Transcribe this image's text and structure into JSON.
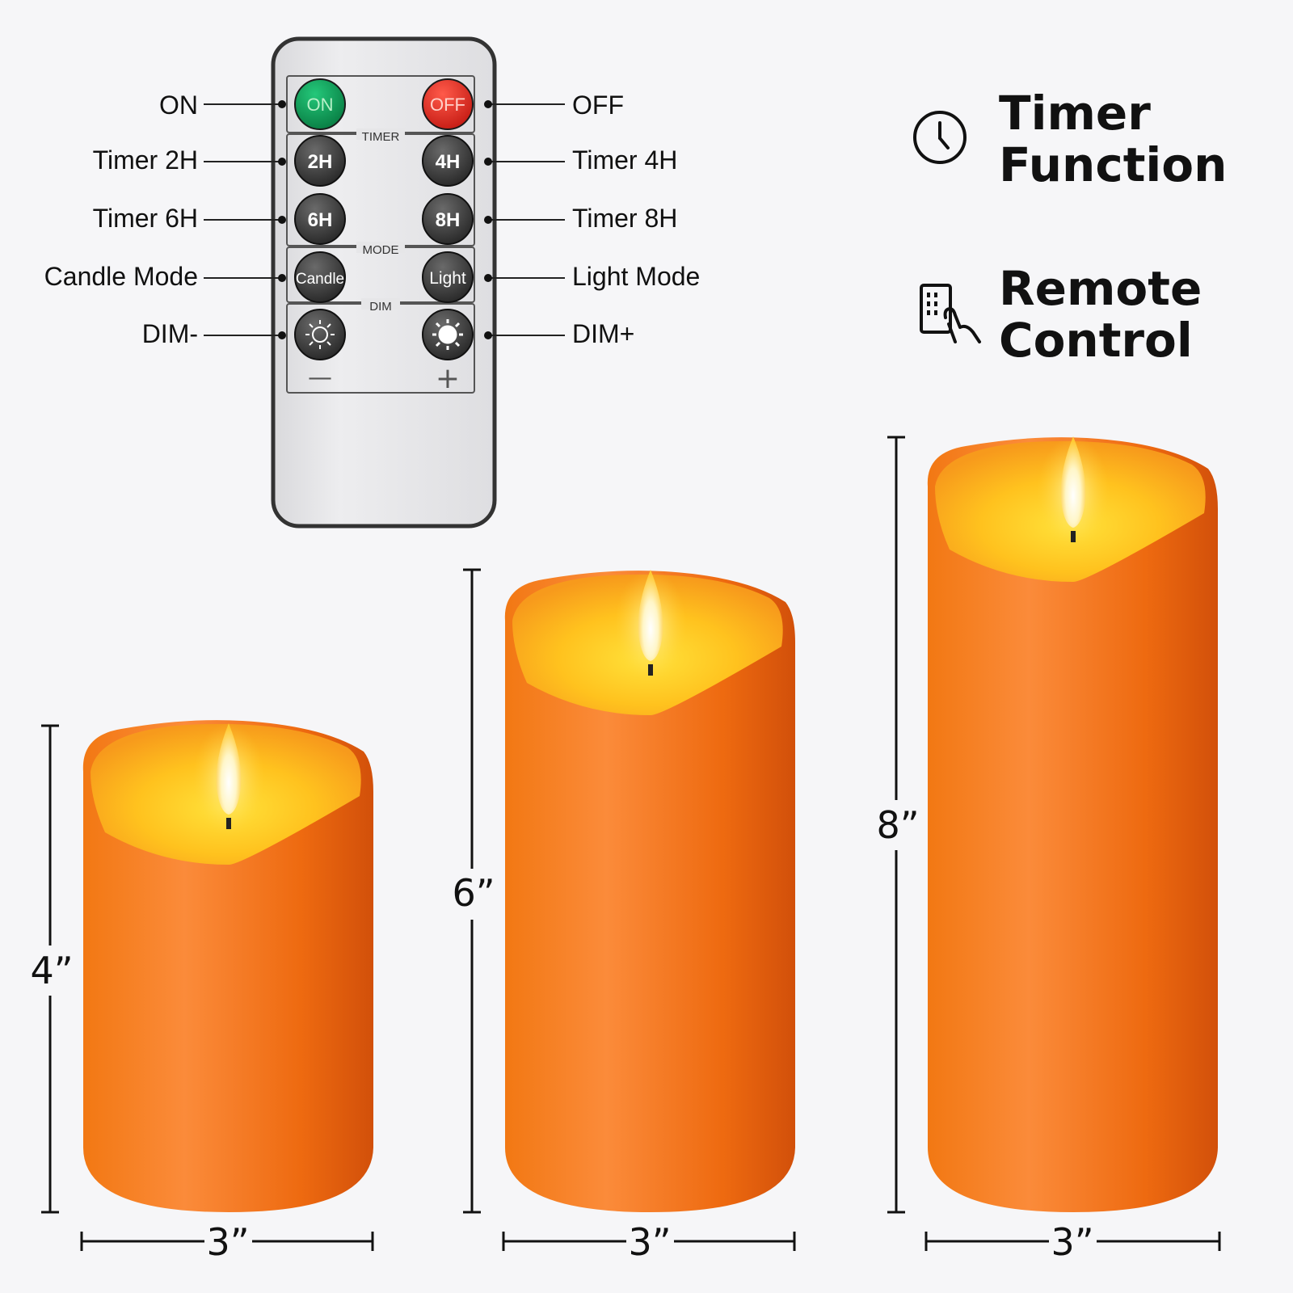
{
  "remote": {
    "buttons": {
      "on": "ON",
      "off": "OFF",
      "timer_2h": "2H",
      "timer_4h": "4H",
      "timer_6h": "6H",
      "timer_8h": "8H",
      "candle": "Candle",
      "light": "Light"
    },
    "sections": {
      "timer": "TIMER",
      "mode": "MODE",
      "dim": "DIM"
    },
    "dim_minus_symbol": "—",
    "dim_plus_symbol": "+",
    "labels_left": [
      "ON",
      "Timer 2H",
      "Timer 6H",
      "Candle Mode",
      "DIM-"
    ],
    "labels_right": [
      "OFF",
      "Timer 4H",
      "Timer 8H",
      "Light Mode",
      "DIM+"
    ]
  },
  "features": [
    {
      "icon": "clock-icon",
      "title": "Timer\nFunction"
    },
    {
      "icon": "remote-hand-icon",
      "title": "Remote\nControl"
    }
  ],
  "candles": [
    {
      "height_label": "4”",
      "width_label": "3”"
    },
    {
      "height_label": "6”",
      "width_label": "3”"
    },
    {
      "height_label": "8”",
      "width_label": "3”"
    }
  ],
  "colors": {
    "background": "#f6f6f8",
    "candle_orange": "#ef6f12",
    "on_button": "#0e9a55",
    "off_button": "#e32b22",
    "remote_body": "#e8e8ea"
  }
}
